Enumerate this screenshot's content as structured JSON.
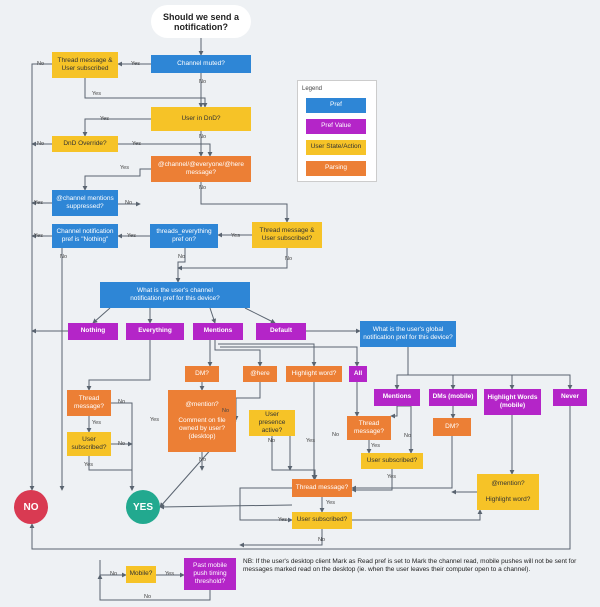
{
  "start": "Should we send a\nnotification?",
  "colors": {
    "blue": "#2e86d6",
    "purple": "#b425c8",
    "yellow": "#f6c327",
    "orange": "#ec7f35",
    "no": "#d93a52",
    "yes": "#22a98f",
    "line": "#5a6470"
  },
  "nodes": {
    "channel_muted": "Channel muted?",
    "thread_msg_sub1": "Thread message &\nUser subscribed",
    "user_in_dnd": "User in DnD?",
    "dnd_override": "DnD Override?",
    "channel_everyone_here": "@channel/@everyone/@here\nmessage?",
    "channel_mentions_suppressed": "@channel mentions\nsuppressed?",
    "thread_msg_sub2": "Thread message &\nUser subscribed?",
    "threads_everything": "threads_everything\npref on?",
    "channel_notif_nothing": "Channel notification\npref is \"Nothing\"",
    "channel_notif_pref": "What is the user's channel\nnotification pref for this device?",
    "pref_nothing": "Nothing",
    "pref_everything": "Everything",
    "pref_mentions": "Mentions",
    "pref_default": "Default",
    "global_pref": "What is the user's global\nnotification pref for this device?",
    "dm1": "DM?",
    "at_here": "@here",
    "highlight_word1": "Highlight word?",
    "all": "All",
    "mentions2": "Mentions",
    "dms_mobile": "DMs (mobile)",
    "highlight_words_mobile": "Highlight Words\n(mobile)",
    "never": "Never",
    "thread_message1": "Thread\nmessage?",
    "user_subscribed1": "User\nsubscribed?",
    "mention_comment": "@mention?\n\nComment on file\nowned by user?\n(desktop)",
    "user_presence": "User presence\nactive?",
    "thread_message2": "Thread\nmessage?",
    "user_subscribed2": "User subscribed?",
    "dm2": "DM?",
    "mention_highlight": "@mention?\n\nHighlight word?",
    "thread_message3": "Thread message?",
    "user_subscribed3": "User subscribed?",
    "mobile": "Mobile?",
    "past_mobile_push": "Past mobile\npush timing\nthreshold?"
  },
  "terminals": {
    "no": "NO",
    "yes": "YES"
  },
  "edge_labels": {
    "yes": "Yes",
    "no": "No"
  },
  "legend": {
    "title": "Legend",
    "items": [
      {
        "label": "Pref",
        "color": "#2e86d6"
      },
      {
        "label": "Pref Value",
        "color": "#b425c8"
      },
      {
        "label": "User State/Action",
        "color": "#f6c327"
      },
      {
        "label": "Parsing",
        "color": "#ec7f35"
      }
    ]
  },
  "note": "NB: If the user's desktop client Mark as Read pref is set to Mark the channel read, mobile pushes will not be sent for messages marked read on the desktop (ie. when the user leaves their computer open to a channel)."
}
